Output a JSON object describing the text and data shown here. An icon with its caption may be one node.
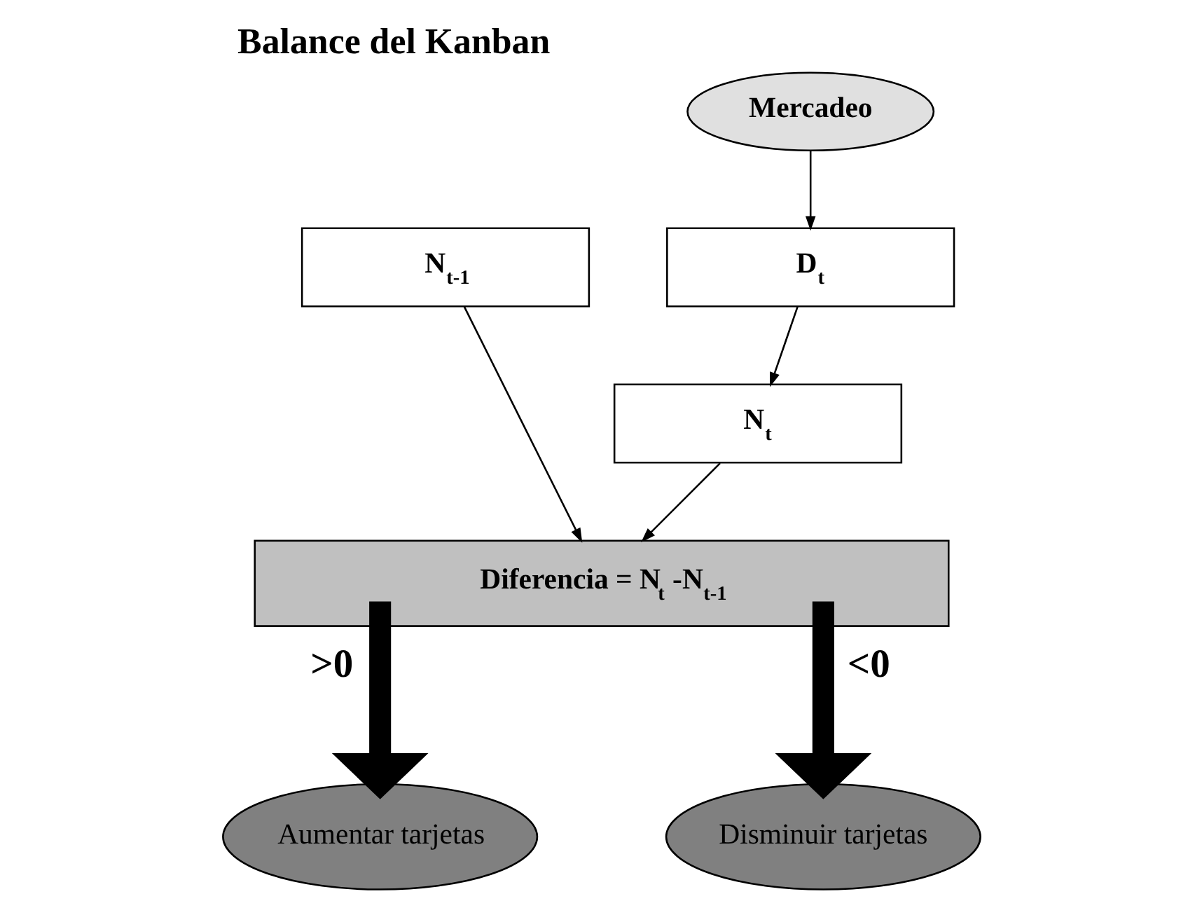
{
  "diagram": {
    "title": "Balance del Kanban",
    "nodes": [
      {
        "text": [
          "Mercadeo"
        ]
      },
      {
        "text": [
          "N$_{t-1}$"
        ]
      },
      {
        "text": [
          "D$_{t}$"
        ]
      },
      {
        "text": [
          "N$_{t}$"
        ]
      },
      {
        "text": [
          "Diferencia = N$_{t}$ -N$_{t-1}$"
        ]
      },
      {
        "text": [
          "Aumentar tarjetas"
        ]
      },
      {
        "text": [
          "Disminuir tarjetas"
        ]
      }
    ],
    "edges": [
      {
        "from": 0,
        "to": 2,
        "arrow": "to"
      },
      {
        "from": 2,
        "to": 3,
        "arrow": "to"
      },
      {
        "from": 1,
        "to": 4,
        "arrow": "to"
      },
      {
        "from": 3,
        "to": 4,
        "arrow": "to"
      },
      {
        "from": 4,
        "to": 5,
        "arrow": "to",
        "style": "thick",
        "label": ">0"
      },
      {
        "from": 4,
        "to": 6,
        "arrow": "to",
        "style": "thick",
        "label": "<0"
      }
    ]
  }
}
